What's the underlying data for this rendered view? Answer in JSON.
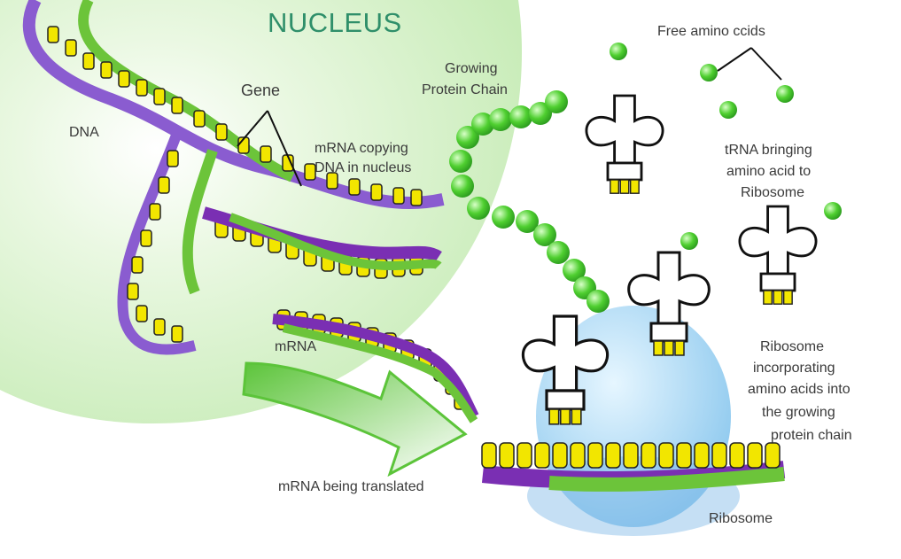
{
  "labels": {
    "nucleus": "NUCLEUS",
    "dna": "DNA",
    "gene": "Gene",
    "mrna_copying_l1": "mRNA copying",
    "mrna_copying_l2": "DNA in nucleus",
    "growing_l1": "Growing",
    "growing_l2": "Protein Chain",
    "free_amino": "Free amino ccids",
    "trna_l1": "tRNA bringing",
    "trna_l2": "amino acid to",
    "trna_l3": "Ribosome",
    "mrna": "mRNA",
    "translated": "mRNA being translated",
    "ribo_l1": "Ribosome",
    "ribo_l2": "incorporating",
    "ribo_l3": "amino acids into",
    "ribo_l4": "the growing",
    "ribo_l5": "protein chain",
    "ribosome": "Ribosome"
  },
  "colors": {
    "nucleus": "#d9f2d0",
    "dna_purple": "#8a5cd0",
    "dna_green": "#6cc43a",
    "base_yellow": "#f2e600",
    "amino_green": "#3dbb2a",
    "ribosome_blue": "#a9d8f2",
    "title_green": "#2f8f6a",
    "arrow_green": "#7fd85a"
  }
}
